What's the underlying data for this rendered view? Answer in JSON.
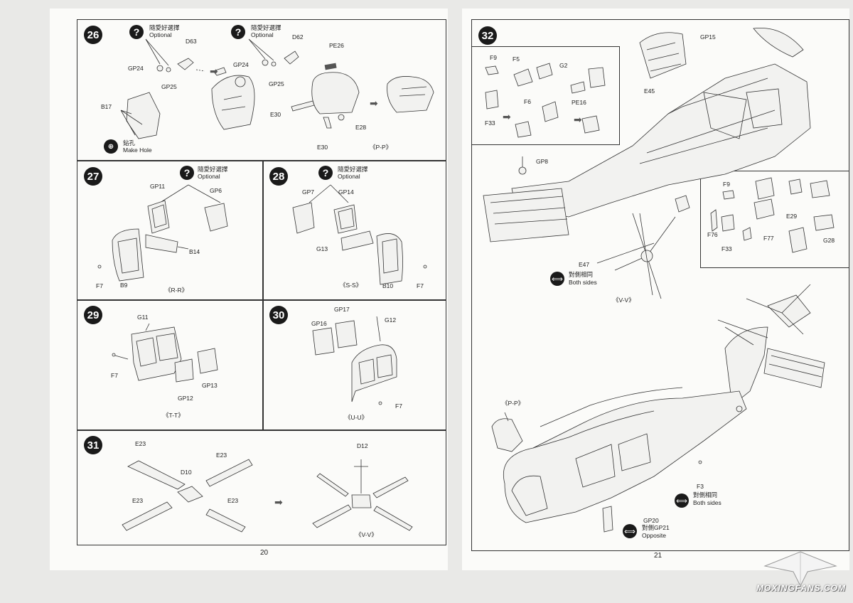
{
  "left_page": {
    "page_number": "20",
    "steps": {
      "s26": {
        "num": "26",
        "opt_cn": "隨愛好選擇",
        "opt_en": "Optional",
        "parts": [
          "GP24",
          "GP25",
          "D63",
          "GP24",
          "GP25",
          "D62",
          "PE26",
          "E30",
          "E28",
          "E30",
          "B17"
        ],
        "hole_cn": "鉆孔",
        "hole_en": "Make Hole",
        "view": "《P-P》"
      },
      "s27": {
        "num": "27",
        "opt_cn": "隨愛好選擇",
        "opt_en": "Optional",
        "parts": [
          "GP11",
          "GP6",
          "B14",
          "F7",
          "B9"
        ],
        "view": "《R-R》"
      },
      "s28": {
        "num": "28",
        "opt_cn": "隨愛好選擇",
        "opt_en": "Optional",
        "parts": [
          "GP7",
          "GP14",
          "G13",
          "B10",
          "F7"
        ],
        "view": "《S-S》"
      },
      "s29": {
        "num": "29",
        "parts": [
          "G11",
          "F7",
          "GP12",
          "GP13"
        ],
        "view": "《T-T》"
      },
      "s30": {
        "num": "30",
        "parts": [
          "GP17",
          "GP16",
          "G12",
          "F7"
        ],
        "view": "《U-U》"
      },
      "s31": {
        "num": "31",
        "parts": [
          "E23",
          "E23",
          "D10",
          "E23",
          "E23",
          "D12"
        ],
        "view": "《V-V》"
      }
    }
  },
  "right_page": {
    "page_number": "21",
    "step": {
      "num": "32"
    },
    "parts_top": [
      "GP15",
      "E45",
      "GP8",
      "E47"
    ],
    "inset_left": [
      "F9",
      "F5",
      "G2",
      "F6",
      "PE16",
      "F33"
    ],
    "inset_right": [
      "F9",
      "E29",
      "F76",
      "F77",
      "F33",
      "G28"
    ],
    "both_sides_cn": "對側相同",
    "both_sides_en": "Both sides",
    "view_vv": "《V-V》",
    "view_pp": "《P-P》",
    "f3": "F3",
    "f3_note_cn": "對側相同",
    "f3_note_en": "Both sides",
    "gp20": "GP20",
    "opp_cn": "對側GP21",
    "opp_en": "Opposite"
  },
  "watermark": "MOXINGFANS.COM"
}
